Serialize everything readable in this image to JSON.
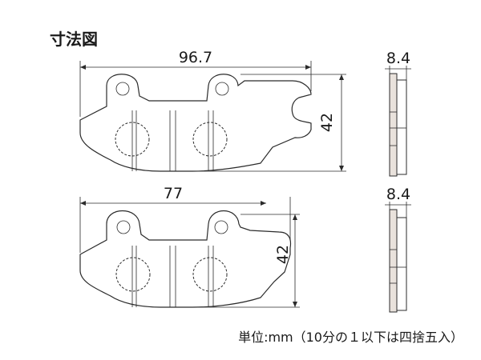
{
  "title": "寸法図",
  "pad_a": {
    "width_label": "96.7",
    "height_label": "42",
    "thickness_label": "8.4"
  },
  "pad_b": {
    "width_label": "77",
    "height_label": "42",
    "thickness_label": "8.4"
  },
  "unit_note": "単位:mm（10分の１以下は四捨五入）",
  "colors": {
    "line": "#2b2b2b",
    "backing_plate": "#e9e2dc"
  }
}
